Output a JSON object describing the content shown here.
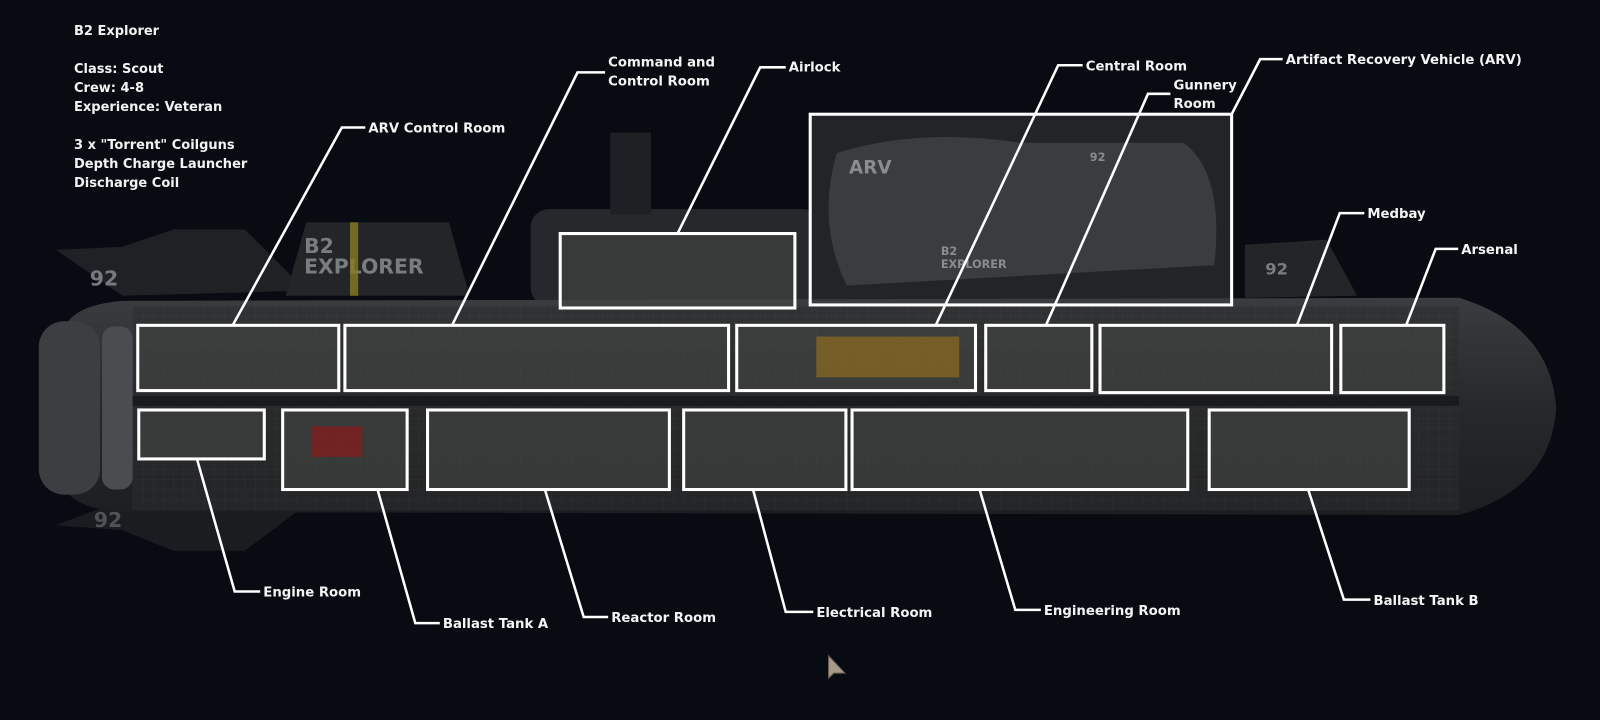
{
  "info": {
    "title": "B2 Explorer",
    "class": "Class: Scout",
    "crew": "Crew: 4-8",
    "experience": "Experience: Veteran",
    "weapons": [
      "3 x \"Torrent\" Coilguns",
      "Depth Charge Launcher",
      "Discharge Coil"
    ]
  },
  "hull_markings": {
    "number": "92",
    "name_line1": "B2",
    "name_line2": "EXPLORER",
    "arv_mark": "ARV"
  },
  "rooms": {
    "arv_control": "ARV Control Room",
    "command_l1": "Command and",
    "command_l2": "Control Room",
    "airlock": "Airlock",
    "central": "Central Room",
    "gunnery_l1": "Gunnery",
    "gunnery_l2": "Room",
    "arv": "Artifact Recovery Vehicle (ARV)",
    "medbay": "Medbay",
    "arsenal": "Arsenal",
    "engine": "Engine Room",
    "ballast_a": "Ballast Tank A",
    "reactor": "Reactor Room",
    "electrical": "Electrical Room",
    "engineering": "Engineering Room",
    "ballast_b": "Ballast Tank B"
  },
  "colors": {
    "background": "#080b12",
    "hull": "#2c2e31",
    "accent_yellow": "#b8a830",
    "outline": "#ffffff"
  }
}
